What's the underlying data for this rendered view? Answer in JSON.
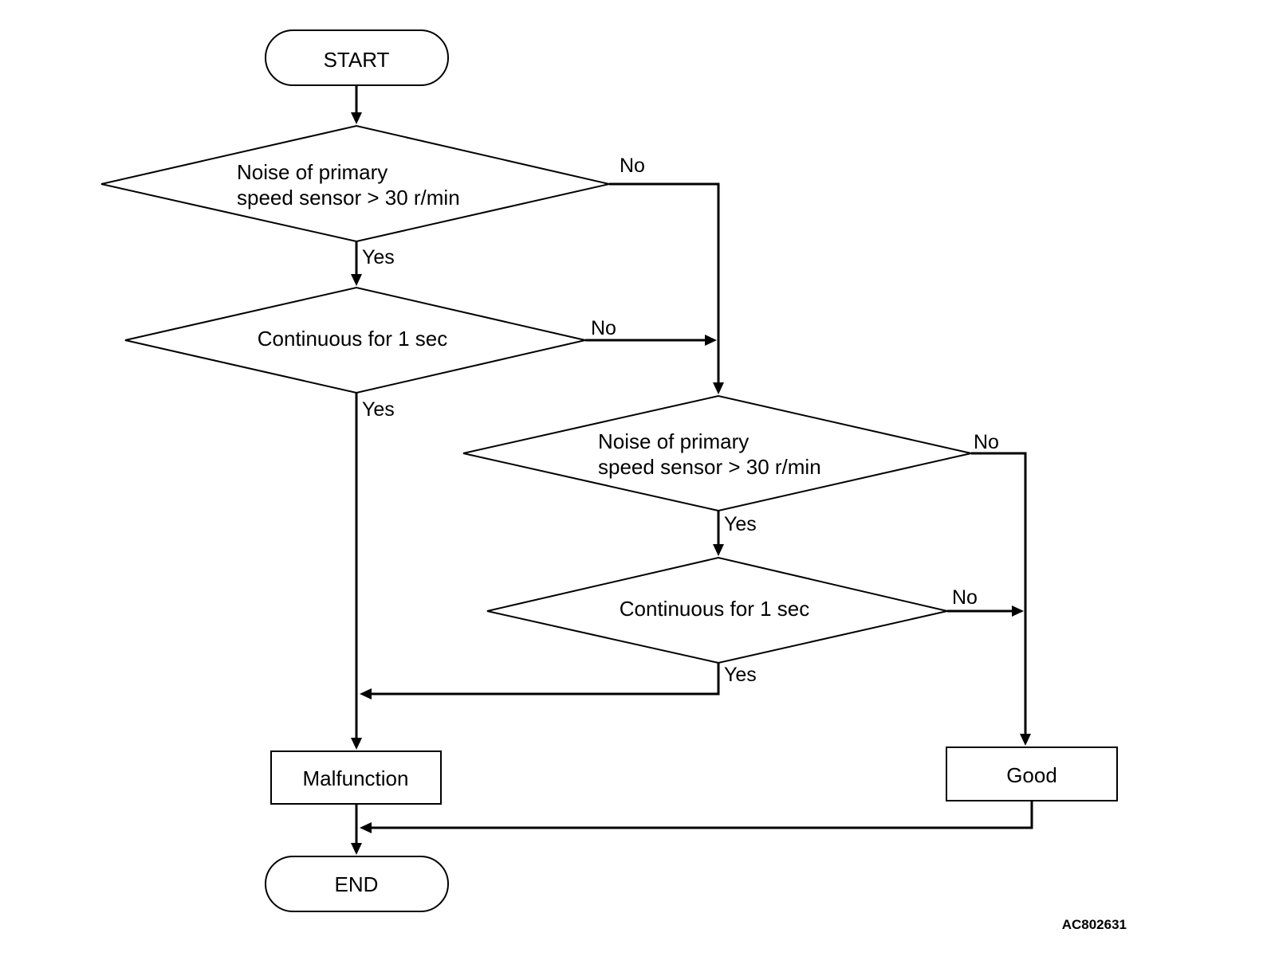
{
  "nodes": {
    "start": "START",
    "decision_1": {
      "line1": "Noise of primary",
      "line2": "speed sensor > 30 r/min"
    },
    "decision_2": "Continuous for 1 sec",
    "decision_3": {
      "line1": "Noise of primary",
      "line2": "speed sensor > 30 r/min"
    },
    "decision_4": "Continuous for 1 sec",
    "malfunction": "Malfunction",
    "good": "Good",
    "end": "END"
  },
  "edge_labels": {
    "d1_no": "No",
    "d1_yes": "Yes",
    "d2_no": "No",
    "d2_yes": "Yes",
    "d3_no": "No",
    "d3_yes": "Yes",
    "d4_no": "No",
    "d4_yes": "Yes"
  },
  "figure_id": "AC802631"
}
